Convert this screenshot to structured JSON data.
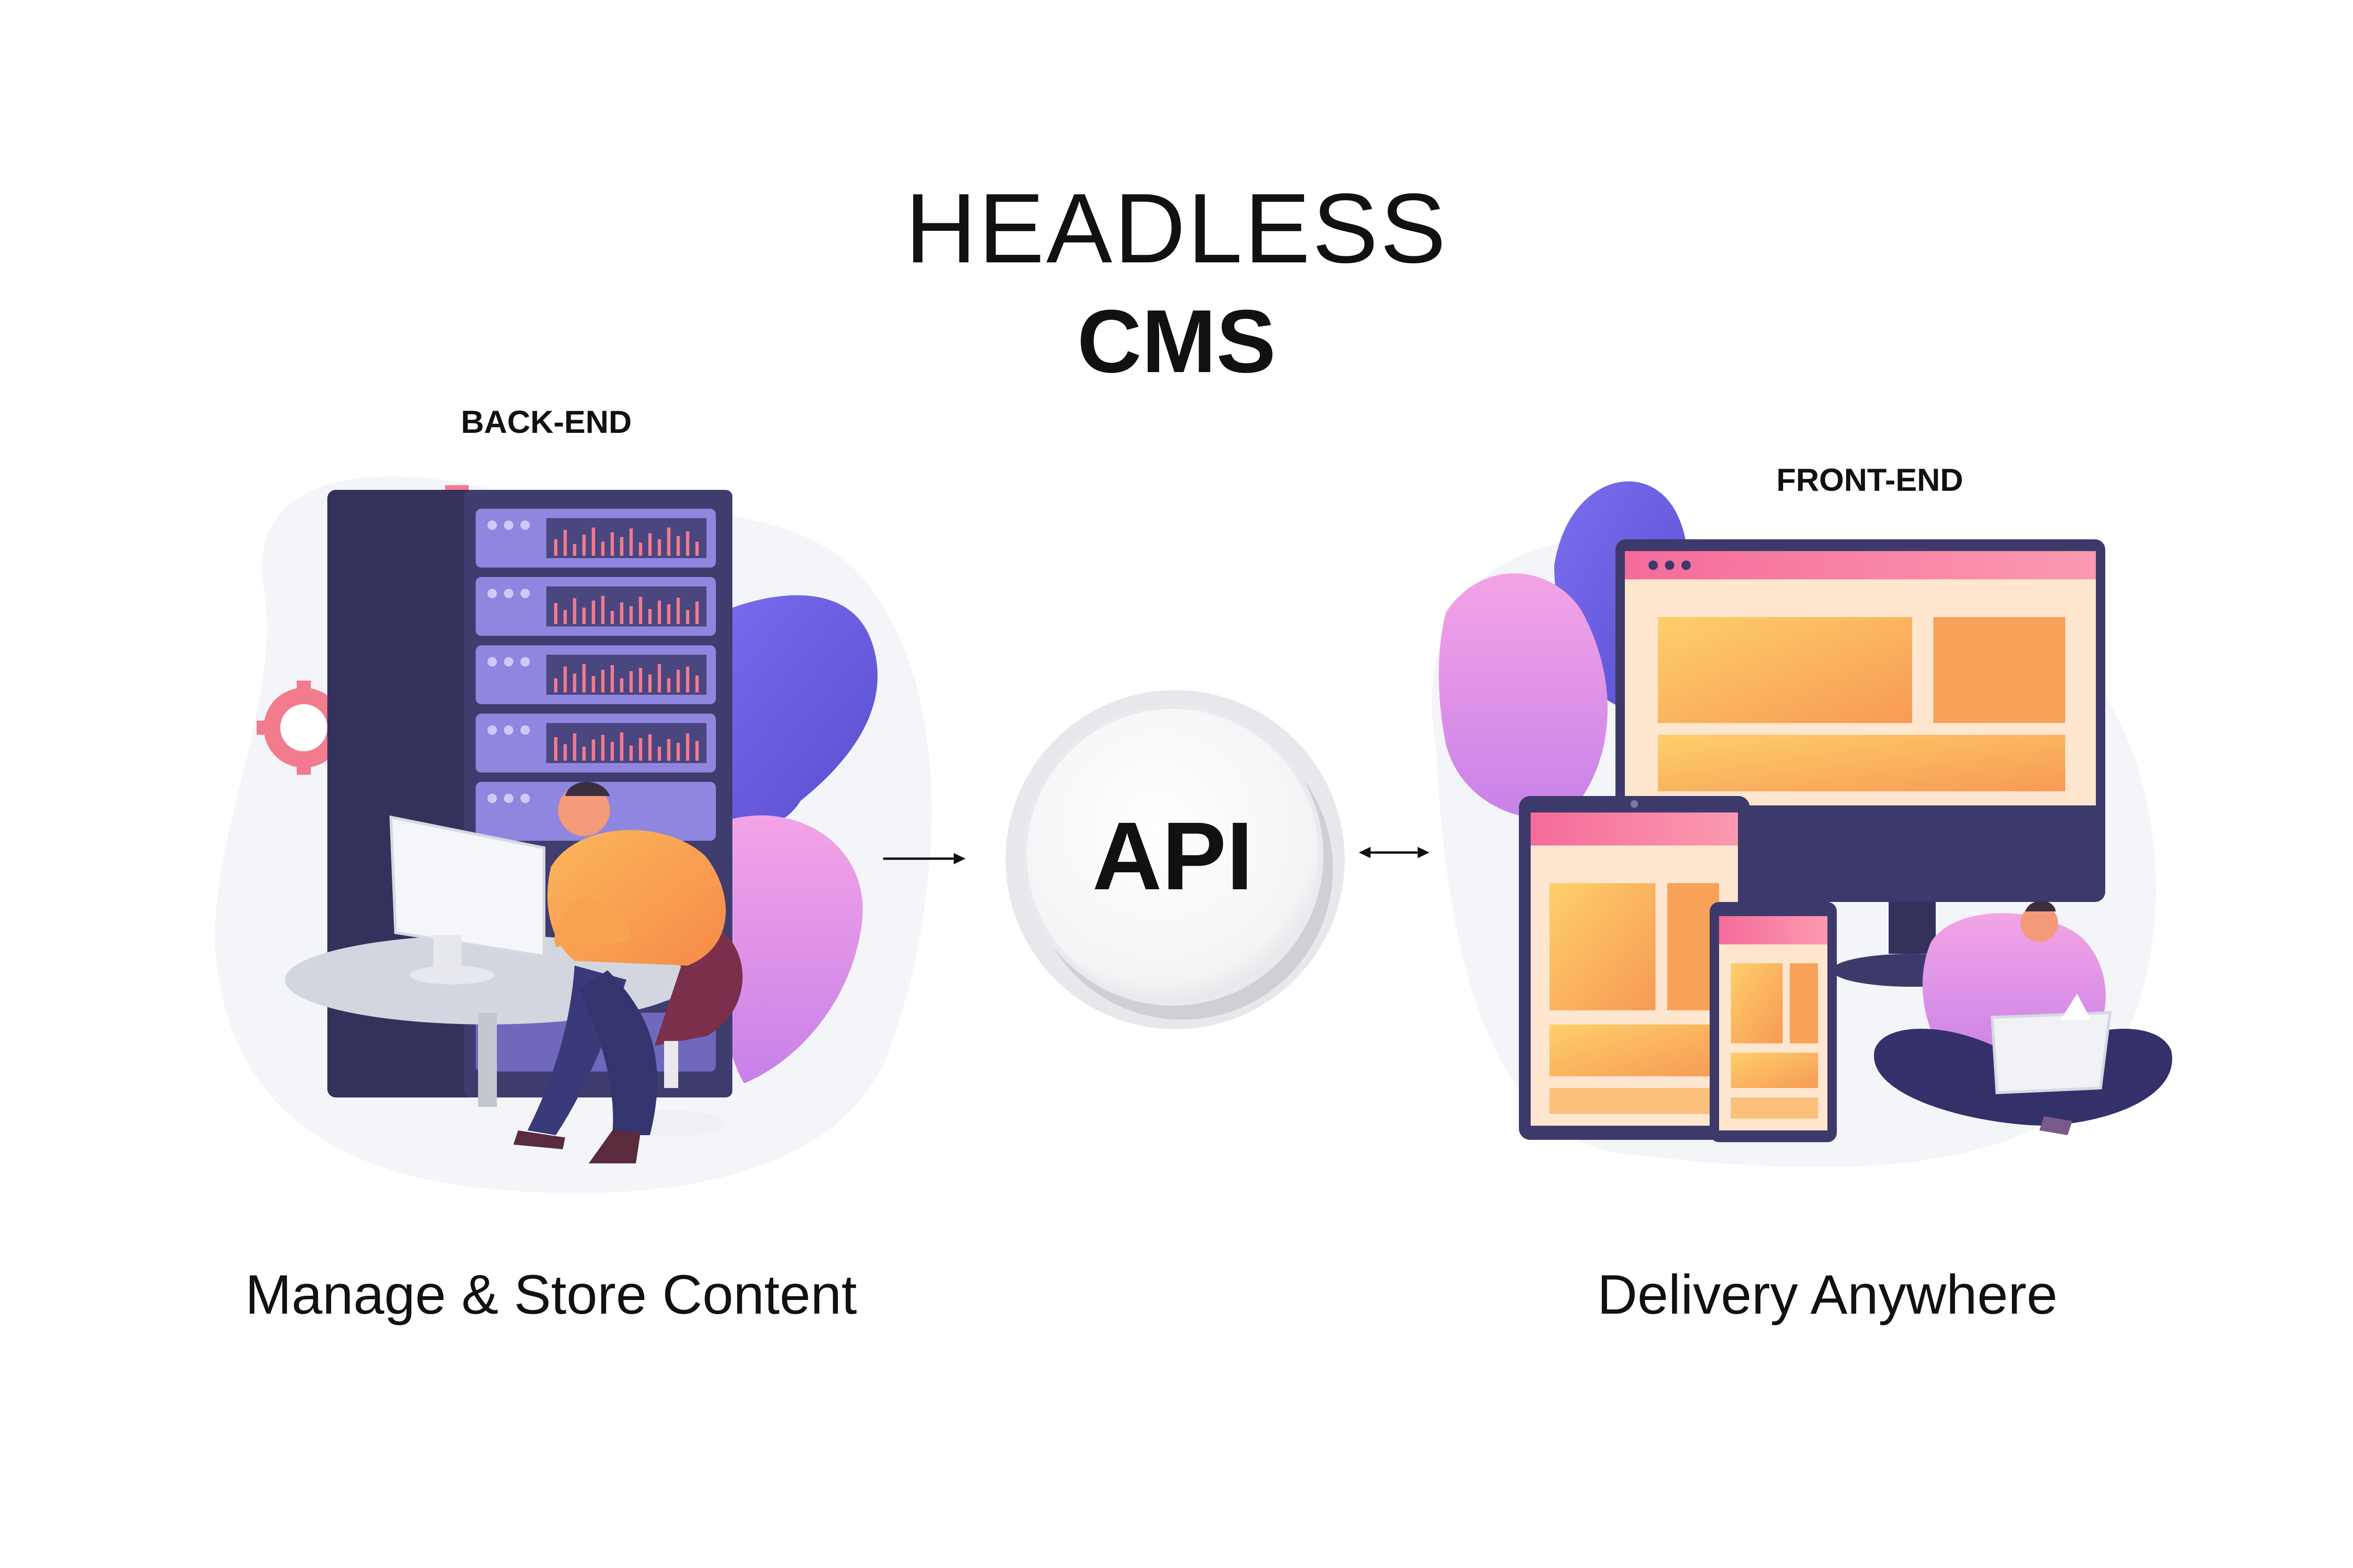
{
  "title": {
    "line1": "HEADLESS",
    "line2": "CMS"
  },
  "backend": {
    "label": "BACK-END",
    "caption": "Manage & Store Content"
  },
  "frontend": {
    "label": "FRONT-END",
    "caption": "Delivery Anywhere"
  },
  "api": {
    "label": "API"
  },
  "colors": {
    "server": "#3d3a6b",
    "gear": "#f27b8e",
    "purple": "#6a5fd6",
    "pink": "#e58fd9",
    "orange": "#fdb462",
    "screen_header": "#f77fa6",
    "text": "#111111"
  }
}
